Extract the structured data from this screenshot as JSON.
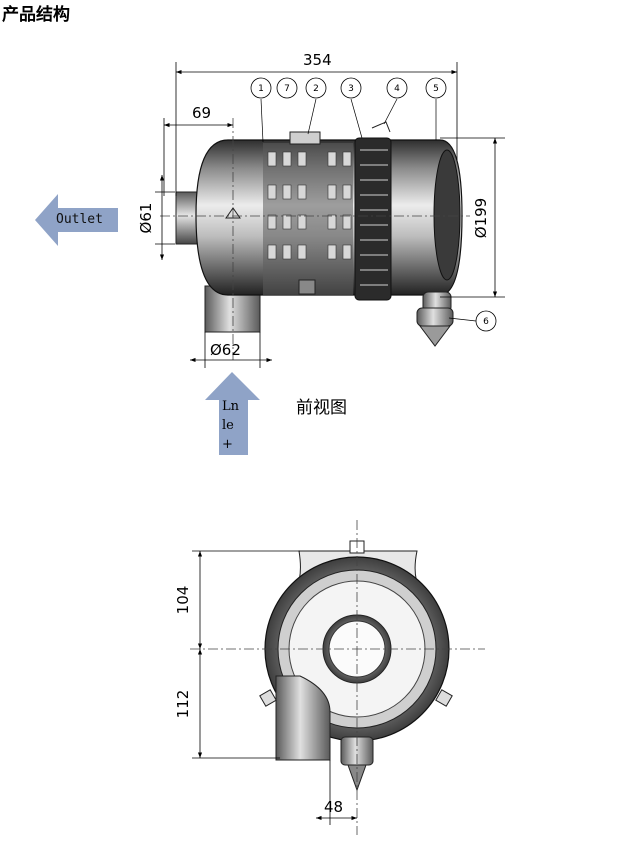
{
  "title": "产品结构",
  "front_view_caption": "前视图",
  "arrows": {
    "outlet_label": "Outlet",
    "inlet_label": "Ln\nle\n+"
  },
  "colors": {
    "arrow_fill": "#8fa3c7",
    "body_dark": "#4a4a4a",
    "body_light": "#d9d9d9"
  },
  "front_dims": {
    "overall_length": "354",
    "outlet_offset": "69",
    "outlet_dia": "Ø61",
    "inlet_dia": "Ø62",
    "body_dia": "Ø199"
  },
  "callouts": [
    "1",
    "7",
    "2",
    "3",
    "4",
    "5",
    "6"
  ],
  "side_dims": {
    "upper": "104",
    "lower": "112",
    "valve_width": "48"
  }
}
